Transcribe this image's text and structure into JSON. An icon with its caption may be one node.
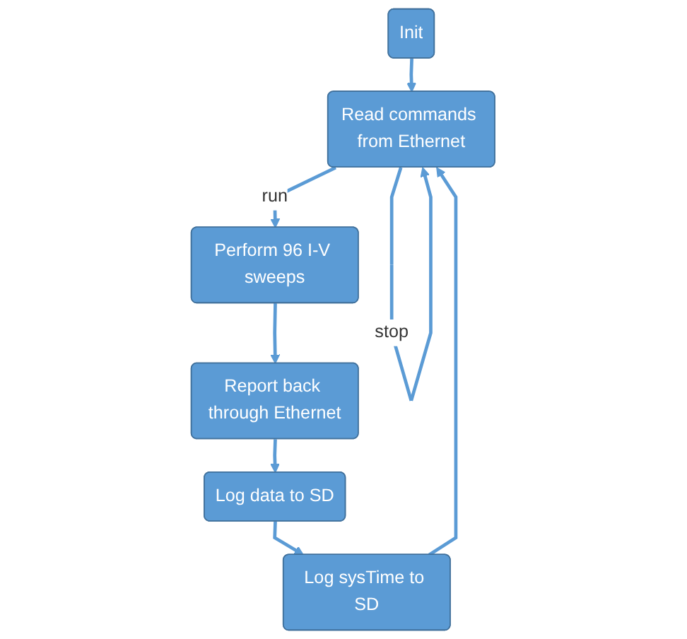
{
  "diagram": {
    "nodes": [
      {
        "text": [
          "Init"
        ]
      },
      {
        "text": [
          "Read commands from Ethernet"
        ]
      },
      {
        "text": [
          "Perform 96 I-V sweeps"
        ]
      },
      {
        "text": [
          "Report back through Ethernet"
        ]
      },
      {
        "text": [
          "Log data to SD"
        ]
      },
      {
        "text": [
          "Log sysTime to SD"
        ]
      }
    ],
    "edges": [
      {
        "from": 0,
        "to": 1,
        "arrow": "to"
      },
      {
        "from": 1,
        "to": 1,
        "arrow": "to",
        "label": "stop"
      },
      {
        "from": 1,
        "to": 2,
        "arrow": "to",
        "label": "run"
      },
      {
        "from": 2,
        "to": 3,
        "arrow": "to"
      },
      {
        "from": 3,
        "to": 4,
        "arrow": "to"
      },
      {
        "from": 4,
        "to": 5,
        "arrow": "to"
      },
      {
        "from": 5,
        "to": 1,
        "arrow": "to"
      }
    ]
  }
}
